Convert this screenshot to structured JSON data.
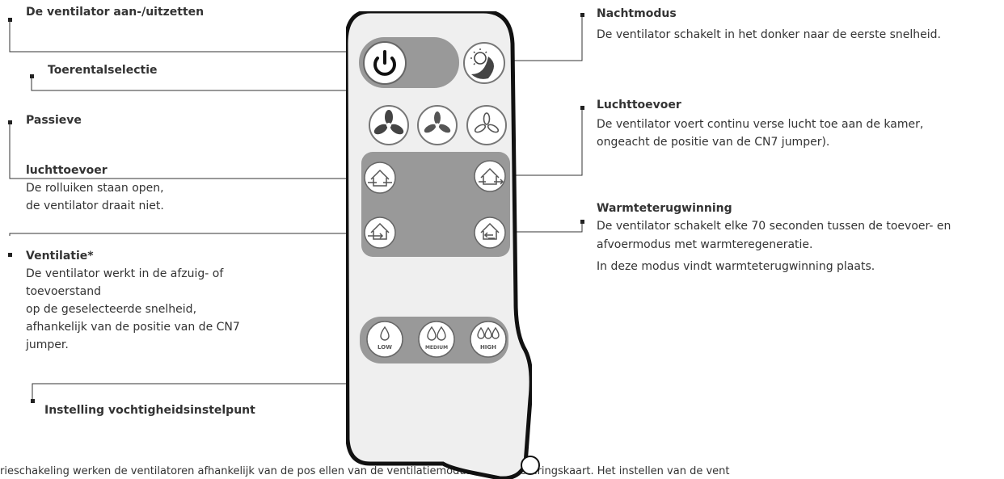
{
  "left_callouts": {
    "power": {
      "title": "De ventilator aan-/uitzetten"
    },
    "speed": {
      "title": "Toerentalselectie"
    },
    "passive": {
      "title_line1": "Passieve",
      "title_line2": "luchttoevoer",
      "desc": [
        "De rolluiken staan open,",
        "de ventilator draait niet."
      ]
    },
    "ventilation": {
      "title": "Ventilatie*",
      "desc": [
        "De ventilator werkt in de afzuig- of",
        "toevoerstand",
        "op de geselecteerde snelheid,",
        "afhankelijk van de positie van de CN7",
        "jumper."
      ]
    },
    "humidity": {
      "title": "Instelling vochtigheidsinstelpunt"
    }
  },
  "right_callouts": {
    "night": {
      "title": "Nachtmodus",
      "desc": [
        "De ventilator schakelt in het donker naar de eerste snelheid."
      ]
    },
    "supply": {
      "title": "Luchttoevoer",
      "desc": [
        "De ventilator voert continu verse lucht toe aan de kamer,",
        "ongeacht de positie van de CN7 jumper)."
      ]
    },
    "heat_recovery": {
      "title": "Warmteterugwinning",
      "desc": [
        "De ventilator schakelt elke 70 seconden tussen de toevoer- en",
        "afvoermodus met warmteregeneratie.",
        "In deze modus vindt warmteterugwinning plaats."
      ]
    }
  },
  "remote_buttons": {
    "power": {
      "icon": "power-icon"
    },
    "night": {
      "icon": "sun-moon-icon"
    },
    "speeds": [
      {
        "icon": "fan-speed-3-icon"
      },
      {
        "icon": "fan-speed-2-icon"
      },
      {
        "icon": "fan-speed-1-icon"
      }
    ],
    "modes": [
      {
        "icon": "house-passive-icon"
      },
      {
        "icon": "house-supply-icon"
      },
      {
        "icon": "house-ventilation-icon"
      },
      {
        "icon": "house-heat-recovery-icon"
      }
    ],
    "humidity": [
      {
        "label": "LOW",
        "icon": "drop-1-icon"
      },
      {
        "label": "MEDIUM",
        "icon": "drop-2-icon"
      },
      {
        "label": "HIGH",
        "icon": "drop-3-icon"
      }
    ]
  },
  "footnote": "rieschakeling werken de ventilatoren afhankelijk van de pos                    ellen van de ventilatiemodus op de besturingskaart. Het instellen van de vent",
  "colors": {
    "remote_outline": "#111111",
    "remote_body": "#efefef",
    "panel_gray": "#999999",
    "button_face": "#ffffff",
    "text": "#333333"
  }
}
